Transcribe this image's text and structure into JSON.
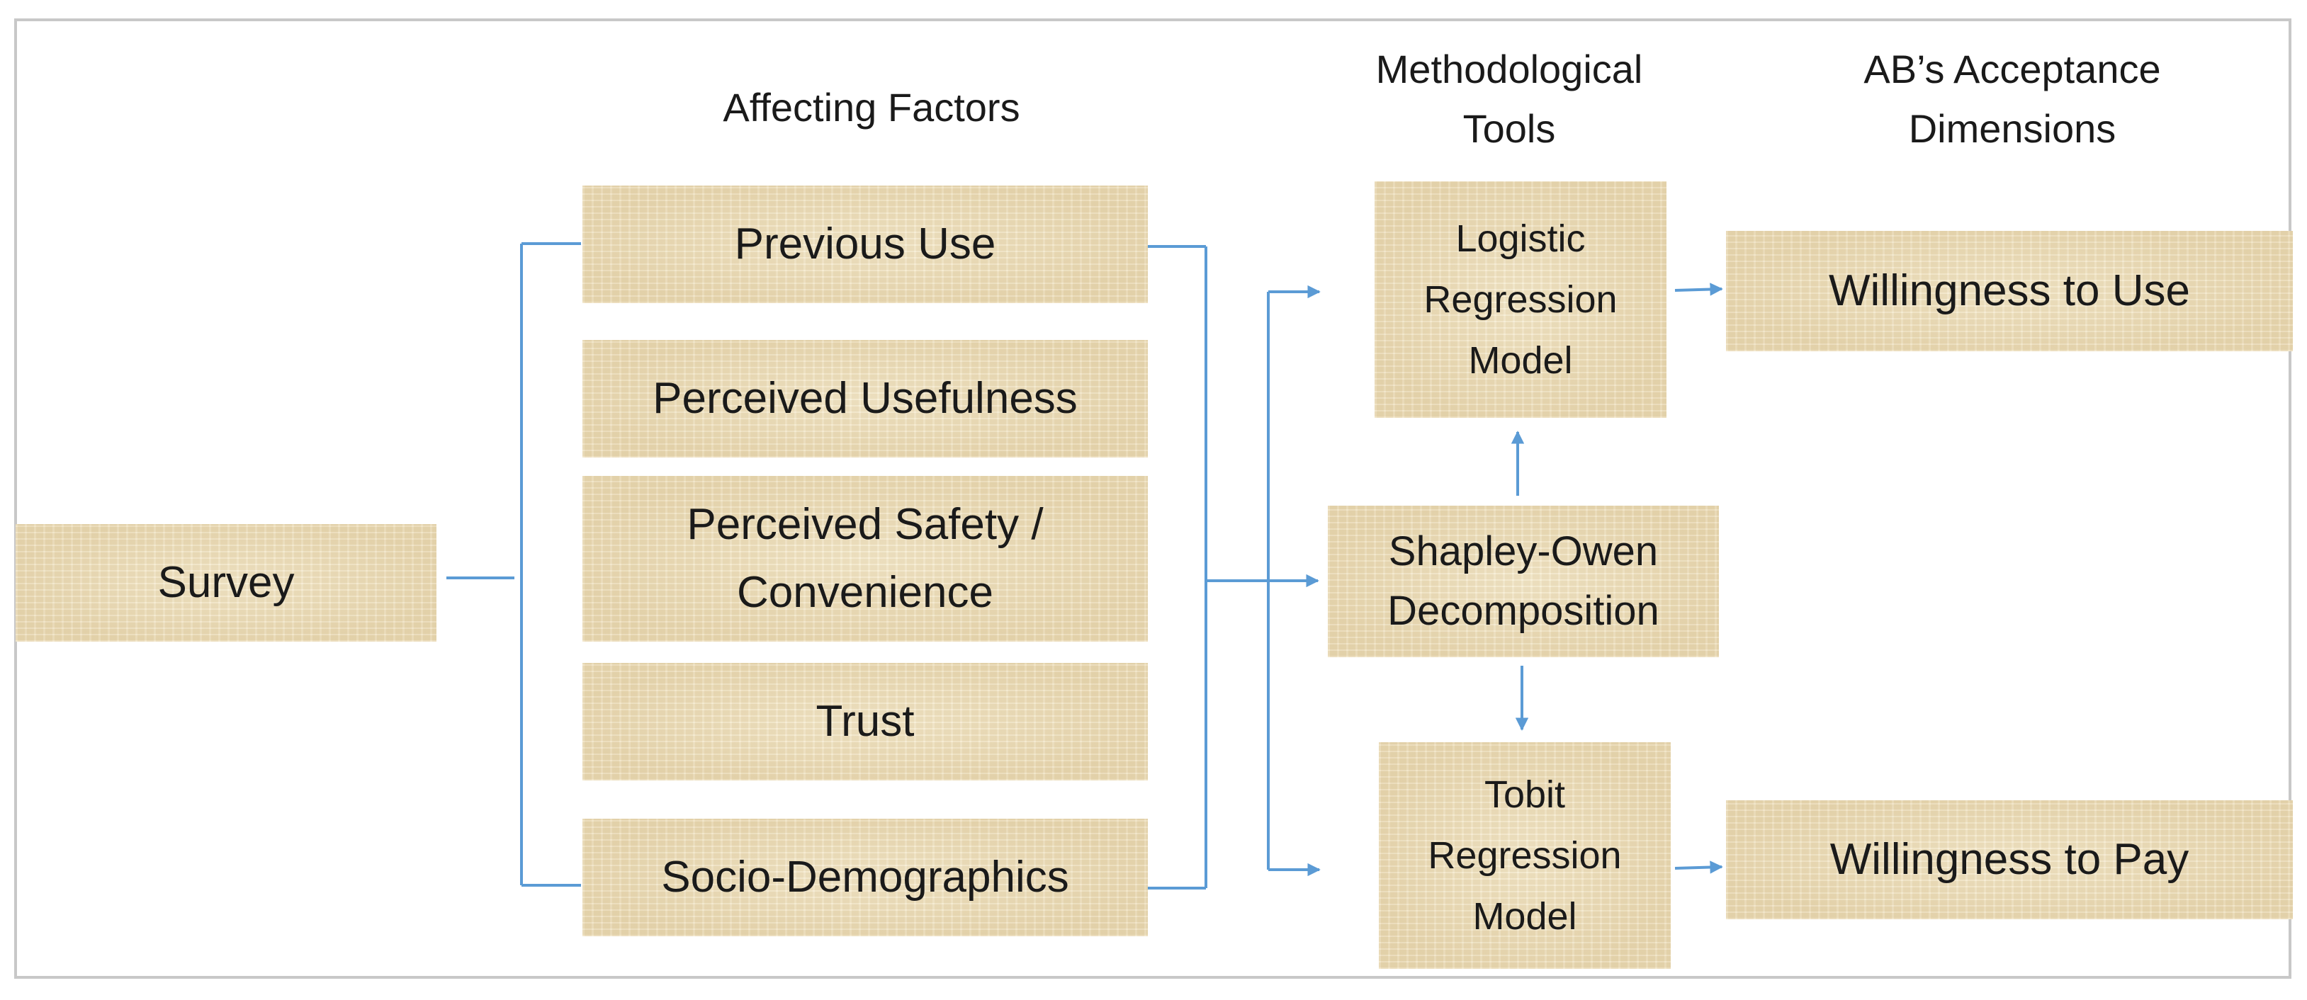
{
  "headers": {
    "affecting_factors": "Affecting Factors",
    "methodological_tools": "Methodological\nTools",
    "acceptance_dimensions": "AB’s Acceptance\nDimensions"
  },
  "source": {
    "survey": "Survey"
  },
  "factors": {
    "previous_use": "Previous Use",
    "perceived_usefulness": "Perceived Usefulness",
    "perceived_safety": "Perceived Safety /\nConvenience",
    "trust": "Trust",
    "socio_demographics": "Socio-Demographics"
  },
  "tools": {
    "logistic": "Logistic\nRegression\nModel",
    "shapley": "Shapley-Owen\nDecomposition",
    "tobit": "Tobit\nRegression\nModel"
  },
  "dimensions": {
    "willingness_to_use": "Willingness to Use",
    "willingness_to_pay": "Willingness to Pay"
  },
  "colors": {
    "box_fill": "#ecdcb6",
    "connector": "#5b9bd5",
    "frame_border": "#c8c8c8",
    "text": "#1a1a1a"
  }
}
